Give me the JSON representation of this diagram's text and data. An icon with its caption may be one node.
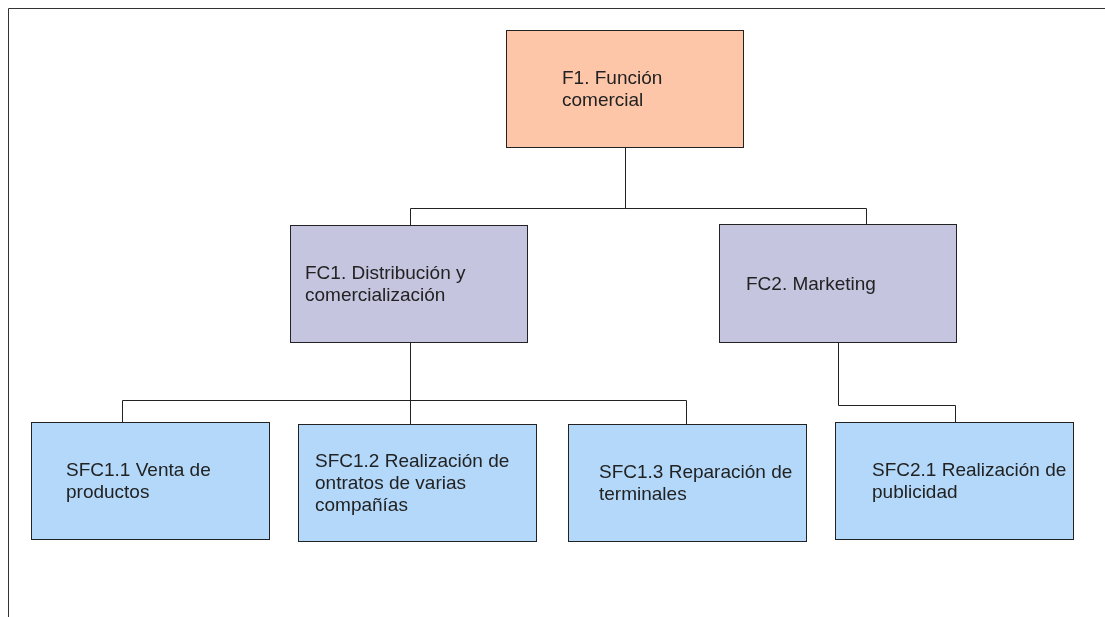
{
  "diagram": {
    "nodes": [
      {
        "text": [
          "F1. Función comercial"
        ]
      },
      {
        "text": [
          "FC1. Distribución y comercialización"
        ]
      },
      {
        "text": [
          "FC2. Marketing"
        ]
      },
      {
        "text": [
          "SFC1.1 Venta de productos"
        ]
      },
      {
        "text": [
          "SFC1.2 Realización de ontratos de varias compañías"
        ]
      },
      {
        "text": [
          "SFC1.3 Reparación de terminales"
        ]
      },
      {
        "text": [
          "SFC2.1 Realización de publicidad"
        ]
      }
    ],
    "edges": [
      {
        "from": 0,
        "to": 1,
        "arrow": "none"
      },
      {
        "from": 0,
        "to": 2,
        "arrow": "none"
      },
      {
        "from": 1,
        "to": 3,
        "arrow": "none"
      },
      {
        "from": 1,
        "to": 4,
        "arrow": "none"
      },
      {
        "from": 1,
        "to": 5,
        "arrow": "none"
      },
      {
        "from": 2,
        "to": 6,
        "arrow": "none"
      }
    ]
  }
}
